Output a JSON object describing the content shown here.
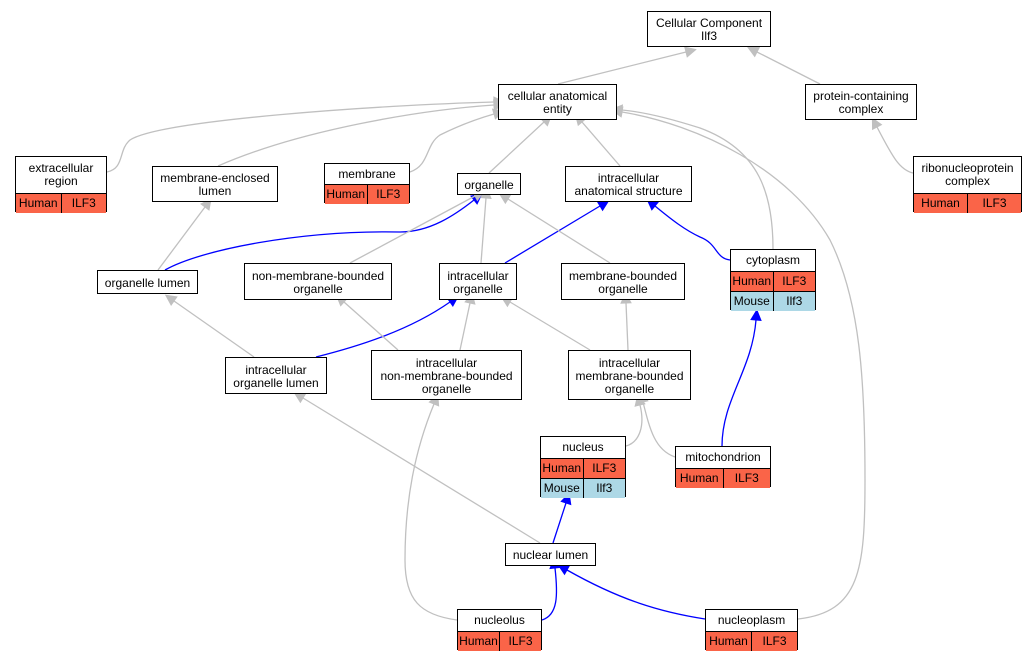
{
  "graph": {
    "colors": {
      "human": "#fa6448",
      "mouse": "#add8e6",
      "edge_gray": "#c0c0c0",
      "edge_blue": "#0000ff"
    },
    "nodes": {
      "root": {
        "label": "Cellular Component\nIlf3"
      },
      "cae": {
        "label": "cellular anatomical\nentity"
      },
      "pcc": {
        "label": "protein-containing\ncomplex"
      },
      "extracellular_region": {
        "label": "extracellular\nregion",
        "human": {
          "species": "Human",
          "gene": "ILF3"
        }
      },
      "membrane_enclosed_lumen": {
        "label": "membrane-enclosed\nlumen"
      },
      "membrane": {
        "label": "membrane",
        "human": {
          "species": "Human",
          "gene": "ILF3"
        }
      },
      "organelle": {
        "label": "organelle"
      },
      "intracellular_anatomical_structure": {
        "label": "intracellular\nanatomical structure"
      },
      "ribonucleoprotein_complex": {
        "label": "ribonucleoprotein\ncomplex",
        "human": {
          "species": "Human",
          "gene": "ILF3"
        }
      },
      "organelle_lumen": {
        "label": "organelle lumen"
      },
      "non_membrane_bounded_organelle": {
        "label": "non-membrane-bounded\norganelle"
      },
      "intracellular_organelle": {
        "label": "intracellular\norganelle"
      },
      "membrane_bounded_organelle": {
        "label": "membrane-bounded\norganelle"
      },
      "cytoplasm": {
        "label": "cytoplasm",
        "human": {
          "species": "Human",
          "gene": "ILF3"
        },
        "mouse": {
          "species": "Mouse",
          "gene": "Ilf3"
        }
      },
      "intracellular_organelle_lumen": {
        "label": "intracellular\norganelle lumen"
      },
      "intracellular_nmbo": {
        "label": "intracellular\nnon-membrane-bounded\norganelle"
      },
      "intracellular_mbo": {
        "label": "intracellular\nmembrane-bounded\norganelle"
      },
      "nucleus": {
        "label": "nucleus",
        "human": {
          "species": "Human",
          "gene": "ILF3"
        },
        "mouse": {
          "species": "Mouse",
          "gene": "Ilf3"
        }
      },
      "mitochondrion": {
        "label": "mitochondrion",
        "human": {
          "species": "Human",
          "gene": "ILF3"
        }
      },
      "nuclear_lumen": {
        "label": "nuclear lumen"
      },
      "nucleolus": {
        "label": "nucleolus",
        "human": {
          "species": "Human",
          "gene": "ILF3"
        }
      },
      "nucleoplasm": {
        "label": "nucleoplasm",
        "human": {
          "species": "Human",
          "gene": "ILF3"
        }
      }
    },
    "edges": [
      {
        "from": "cae",
        "to": "root",
        "kind": "gray"
      },
      {
        "from": "pcc",
        "to": "root",
        "kind": "gray"
      },
      {
        "from": "extracellular_region",
        "to": "cae",
        "kind": "gray"
      },
      {
        "from": "membrane_enclosed_lumen",
        "to": "cae",
        "kind": "gray"
      },
      {
        "from": "membrane",
        "to": "cae",
        "kind": "gray"
      },
      {
        "from": "organelle",
        "to": "cae",
        "kind": "gray"
      },
      {
        "from": "intracellular_anatomical_structure",
        "to": "cae",
        "kind": "gray"
      },
      {
        "from": "cytoplasm",
        "to": "cae",
        "kind": "gray"
      },
      {
        "from": "nucleoplasm",
        "to": "cae",
        "kind": "gray"
      },
      {
        "from": "ribonucleoprotein_complex",
        "to": "pcc",
        "kind": "gray"
      },
      {
        "from": "organelle_lumen",
        "to": "membrane_enclosed_lumen",
        "kind": "gray"
      },
      {
        "from": "organelle_lumen",
        "to": "organelle",
        "kind": "blue"
      },
      {
        "from": "non_membrane_bounded_organelle",
        "to": "organelle",
        "kind": "gray"
      },
      {
        "from": "intracellular_organelle",
        "to": "organelle",
        "kind": "gray"
      },
      {
        "from": "intracellular_organelle",
        "to": "intracellular_anatomical_structure",
        "kind": "blue"
      },
      {
        "from": "membrane_bounded_organelle",
        "to": "organelle",
        "kind": "gray"
      },
      {
        "from": "cytoplasm",
        "to": "intracellular_anatomical_structure",
        "kind": "blue"
      },
      {
        "from": "intracellular_organelle_lumen",
        "to": "organelle_lumen",
        "kind": "gray"
      },
      {
        "from": "intracellular_organelle_lumen",
        "to": "intracellular_organelle",
        "kind": "blue"
      },
      {
        "from": "intracellular_nmbo",
        "to": "non_membrane_bounded_organelle",
        "kind": "gray"
      },
      {
        "from": "intracellular_nmbo",
        "to": "intracellular_organelle",
        "kind": "gray"
      },
      {
        "from": "intracellular_mbo",
        "to": "intracellular_organelle",
        "kind": "gray"
      },
      {
        "from": "intracellular_mbo",
        "to": "membrane_bounded_organelle",
        "kind": "gray"
      },
      {
        "from": "nucleus",
        "to": "intracellular_mbo",
        "kind": "gray"
      },
      {
        "from": "mitochondrion",
        "to": "intracellular_mbo",
        "kind": "gray"
      },
      {
        "from": "mitochondrion",
        "to": "cytoplasm",
        "kind": "blue"
      },
      {
        "from": "nuclear_lumen",
        "to": "intracellular_organelle_lumen",
        "kind": "gray"
      },
      {
        "from": "nuclear_lumen",
        "to": "nucleus",
        "kind": "blue"
      },
      {
        "from": "nucleolus",
        "to": "intracellular_nmbo",
        "kind": "gray"
      },
      {
        "from": "nucleolus",
        "to": "nuclear_lumen",
        "kind": "blue"
      },
      {
        "from": "nucleoplasm",
        "to": "nuclear_lumen",
        "kind": "blue"
      }
    ]
  }
}
